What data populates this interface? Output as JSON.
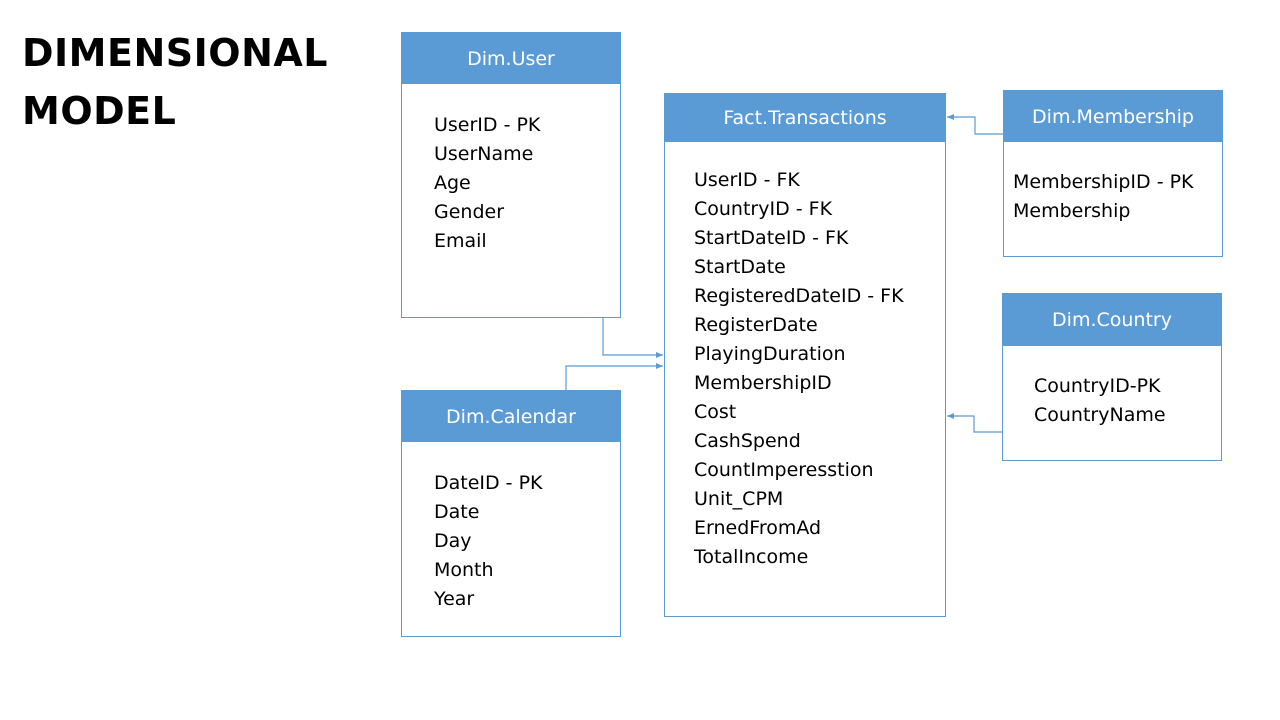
{
  "title": {
    "line1": "DIMENSIONAL",
    "line2": "MODEL"
  },
  "colors": {
    "entity_accent": "#5b9bd5",
    "header_text": "#ffffff"
  },
  "entities": {
    "user": {
      "name": "Dim.User",
      "fields": [
        "UserID - PK",
        "UserName",
        "Age",
        "Gender",
        "Email"
      ]
    },
    "calendar": {
      "name": "Dim.Calendar",
      "fields": [
        "DateID - PK",
        "Date",
        "Day",
        "Month",
        "Year"
      ]
    },
    "fact": {
      "name": "Fact.Transactions",
      "fields": [
        "UserID - FK",
        "CountryID - FK",
        "StartDateID - FK",
        "StartDate",
        "RegisteredDateID - FK",
        "RegisterDate",
        "PlayingDuration",
        "MembershipID",
        "Cost",
        "CashSpend",
        "CountImperesstion",
        "Unit_CPM",
        "ErnedFromAd",
        "TotalIncome"
      ]
    },
    "membership": {
      "name": "Dim.Membership",
      "fields": [
        "MembershipID - PK",
        "Membership"
      ]
    },
    "country": {
      "name": "Dim.Country",
      "fields": [
        "CountryID-PK",
        "CountryName"
      ]
    }
  },
  "relationships": [
    {
      "from": "Dim.User",
      "to": "Fact.Transactions"
    },
    {
      "from": "Dim.Calendar",
      "to": "Fact.Transactions"
    },
    {
      "from": "Dim.Membership",
      "to": "Fact.Transactions"
    },
    {
      "from": "Dim.Country",
      "to": "Fact.Transactions"
    }
  ]
}
